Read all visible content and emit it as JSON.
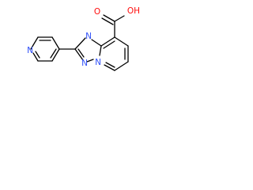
{
  "molecule": {
    "carboxylic_acid_label": "OH",
    "carbonyl_oxygen_label": "O",
    "nitrogen_label": "N",
    "colors": {
      "bond": "#000000",
      "carbon_text": "#000000",
      "oxygen": "#ff0d0d",
      "nitrogen": "#3050f8"
    }
  }
}
